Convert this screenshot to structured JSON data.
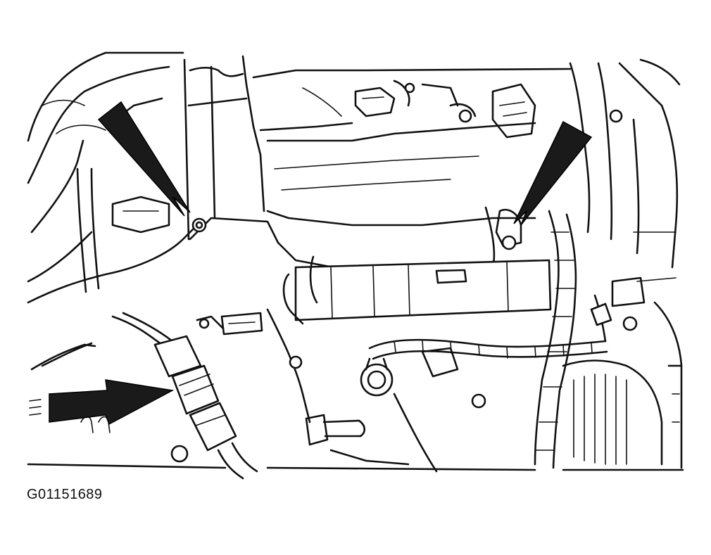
{
  "figure": {
    "id_label": "G01151689"
  },
  "callout_arrows": [
    {
      "name": "arrow-left-fastener",
      "target": "left-bracket-bolt"
    },
    {
      "name": "arrow-right-fastener",
      "target": "right-bracket-bolt"
    },
    {
      "name": "arrow-connector",
      "target": "wiring-connector"
    }
  ],
  "colors": {
    "line": "#111111",
    "arrow_fill": "#1a1a1a",
    "background": "#ffffff"
  }
}
